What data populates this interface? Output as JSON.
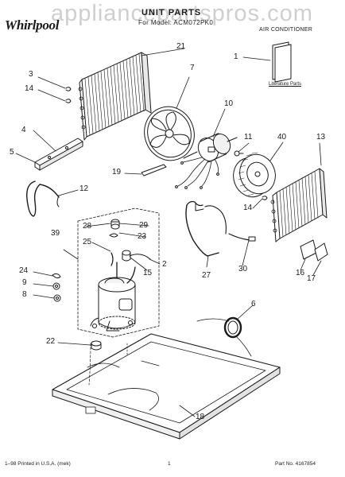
{
  "header": {
    "brand": "Whirlpool",
    "watermark": "appliancepartspros.com",
    "title": "UNIT PARTS",
    "model_line": "For Model: ACM072PK0",
    "product": "AIR CONDITIONER"
  },
  "literature_label": "Literature Parts",
  "callouts": {
    "c1": "1",
    "c2": "2",
    "c3": "3",
    "c4": "4",
    "c5": "5",
    "c6": "6",
    "c7": "7",
    "c8": "8",
    "c9": "9",
    "c10": "10",
    "c11": "11",
    "c12": "12",
    "c13": "13",
    "c14a": "14",
    "c14b": "14",
    "c15": "15",
    "c16": "16",
    "c17": "17",
    "c18": "18",
    "c19": "19",
    "c21": "21",
    "c22": "22",
    "c23": "23",
    "c24": "24",
    "c25": "25",
    "c27": "27",
    "c28": "28",
    "c29": "29",
    "c30": "30",
    "c39": "39",
    "c40": "40"
  },
  "footer": {
    "printed": "1–98 Printed in U.S.A. (mek)",
    "page": "1",
    "part_no": "Part No. 4167854"
  },
  "colors": {
    "ink": "#1a1a1a",
    "watermark": "#a0a0a0"
  }
}
